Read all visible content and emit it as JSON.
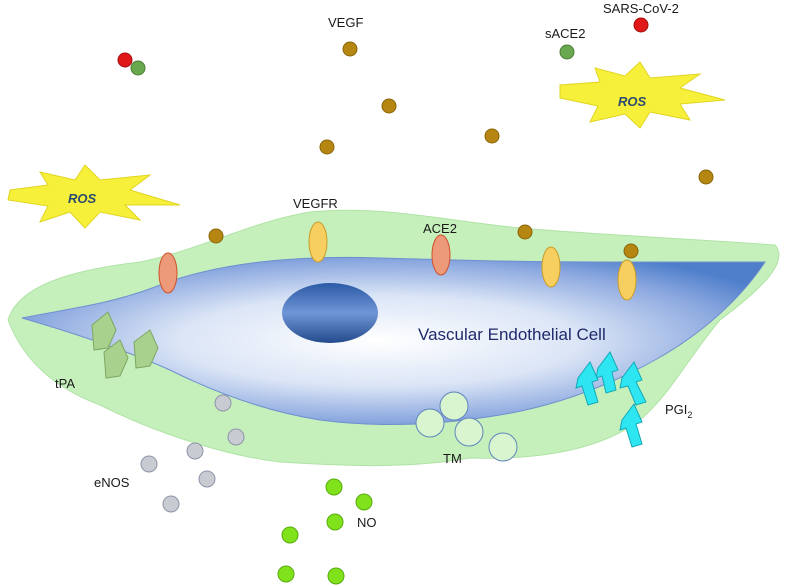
{
  "labels": {
    "vegf": "VEGF",
    "sars": "SARS-CoV-2",
    "sace2": "sACE2",
    "ros_left": "ROS",
    "ros_right": "ROS",
    "vegfr": "VEGFR",
    "ace2": "ACE2",
    "cell": "Vascular Endothelial Cell",
    "tpa": "tPA",
    "pgi_main": "PGI",
    "pgi_sub": "2",
    "tm": "TM",
    "enos": "eNOS",
    "no": "NO"
  },
  "colors": {
    "membrane": "#c5f0bc",
    "cytoplasm_edge": "#4f7fcb",
    "cytoplasm_center": "#ffffff",
    "nucleus": "#3d6bb3",
    "vegf": "#b58712",
    "sars": "#e01818",
    "sace2": "#6aa84f",
    "vegfr": "#f6cf60",
    "ace2": "#ec9a79",
    "ros": "#f7f03a",
    "pgi2": "#2ee6f2",
    "tpa": "#a9d18e",
    "tm": "#d9f5cf",
    "enos": "#c9cbd3",
    "no": "#7fe21b"
  }
}
